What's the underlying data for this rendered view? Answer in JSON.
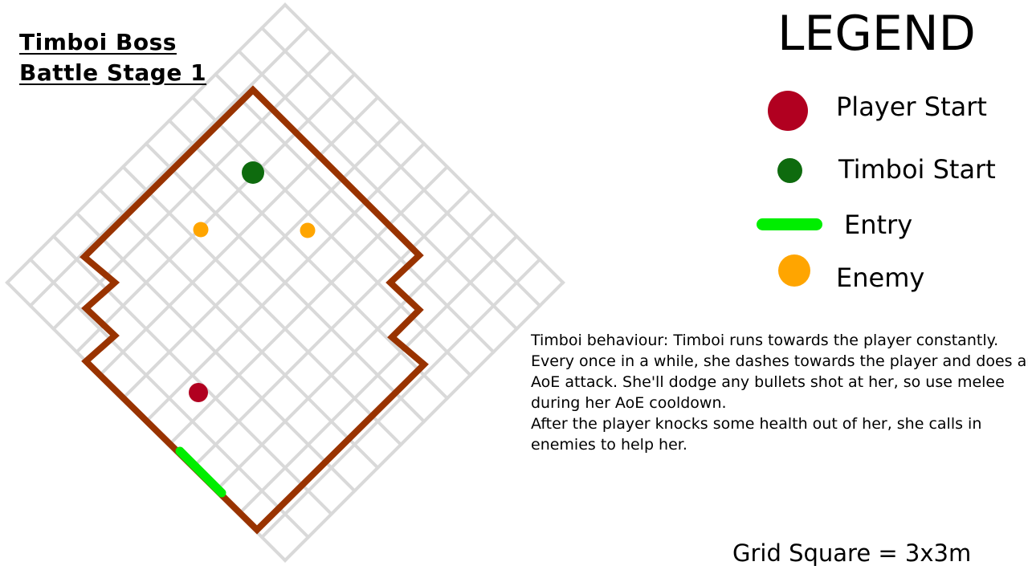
{
  "title": {
    "line1": "Timboi Boss",
    "line2": "Battle Stage 1"
  },
  "legend": {
    "heading": "LEGEND",
    "items": [
      {
        "label": "Player Start",
        "color": "#b10020",
        "icon": "red-circle"
      },
      {
        "label": "Timboi Start",
        "color": "#0e6b0e",
        "icon": "green-circle"
      },
      {
        "label": "Entry",
        "color": "#00ee00",
        "icon": "green-line"
      },
      {
        "label": "Enemy",
        "color": "#ffa500",
        "icon": "orange-circle"
      }
    ]
  },
  "description": "Timboi behaviour: Timboi runs towards the player constantly. Every once in a while, she dashes towards the player and does an AoE attack. She'll dodge any bullets shot at her, so use melee during her AoE cooldown.\nAfter the player knocks some health out of her, she calls in enemies to help her.",
  "scale_note": "Grid Square = 3x3m",
  "colors": {
    "grid": "#d9d9d9",
    "wall": "#993300"
  }
}
